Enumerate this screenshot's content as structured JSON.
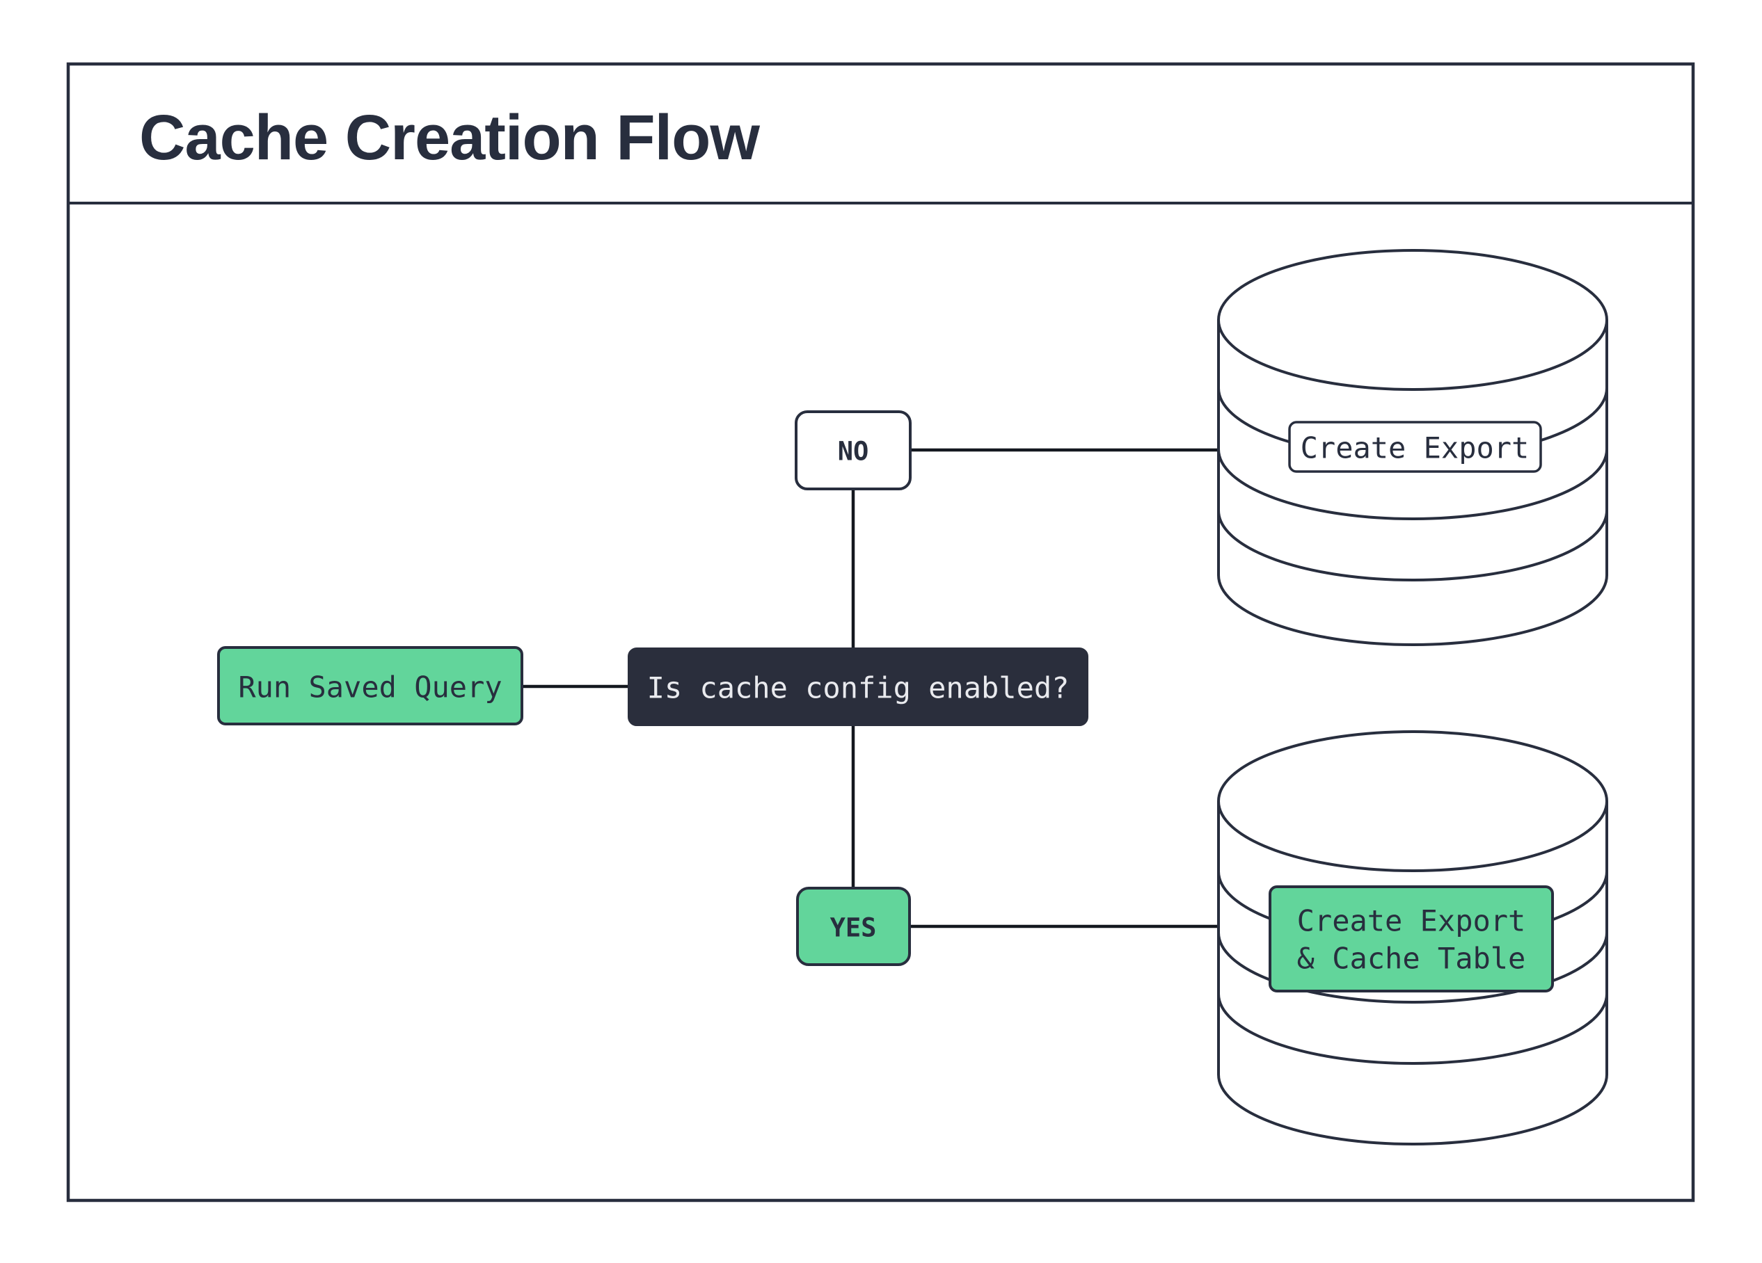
{
  "title": "Cache Creation Flow",
  "colors": {
    "ink": "#282e3e",
    "connector": "#14181f",
    "accent_green": "#62d59b",
    "decision_fill": "#2a2e3c",
    "decision_text": "#e9eaee",
    "background": "#ffffff"
  },
  "nodes": {
    "start": {
      "label": "Run Saved Query"
    },
    "decision": {
      "label": "Is cache config enabled?"
    },
    "no_branch": {
      "label": "NO"
    },
    "yes_branch": {
      "label": "YES"
    },
    "no_result": {
      "label": "Create Export",
      "icon": "database-icon"
    },
    "yes_result": {
      "label_line1": "Create Export",
      "label_line2": "& Cache Table",
      "icon": "database-icon"
    }
  }
}
